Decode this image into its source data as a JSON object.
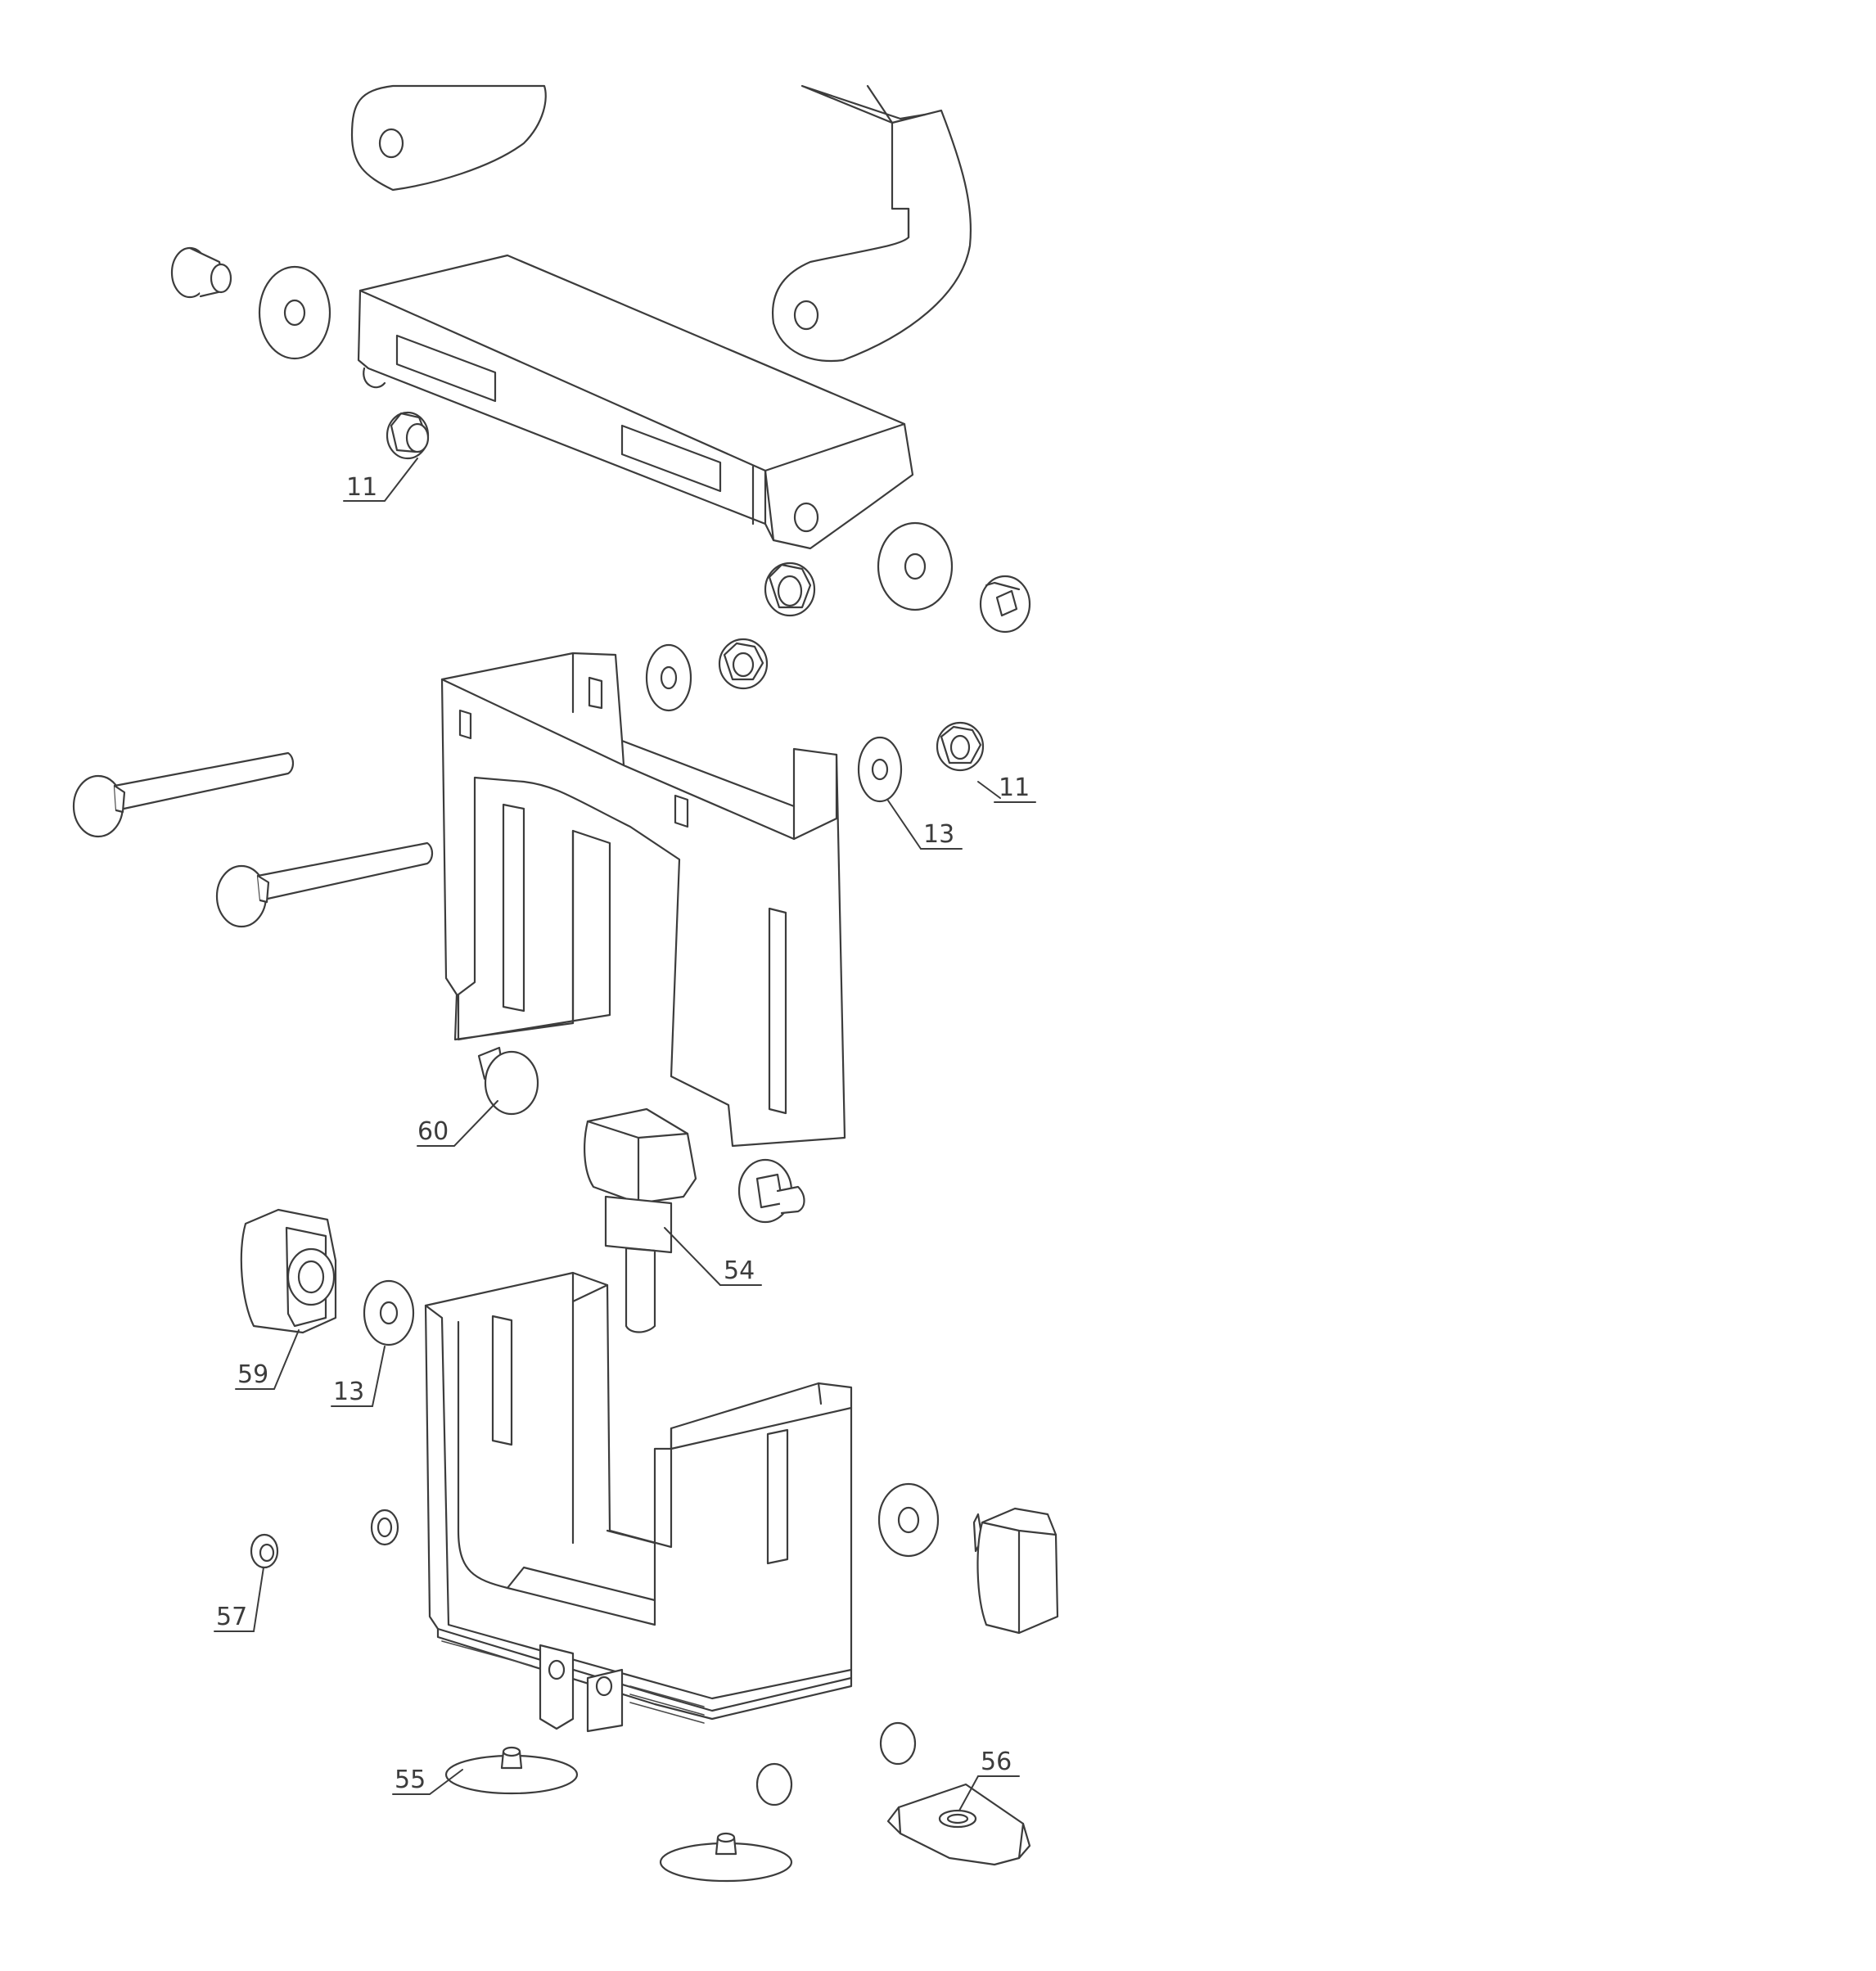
{
  "callouts": [
    {
      "id": "c1",
      "label": "11"
    },
    {
      "id": "c2",
      "label": "11"
    },
    {
      "id": "c3",
      "label": "13"
    },
    {
      "id": "c4",
      "label": "60"
    },
    {
      "id": "c5",
      "label": "54"
    },
    {
      "id": "c6",
      "label": "59"
    },
    {
      "id": "c7",
      "label": "13"
    },
    {
      "id": "c8",
      "label": "57"
    },
    {
      "id": "c9",
      "label": "55"
    },
    {
      "id": "c10",
      "label": "56"
    }
  ],
  "colors": {
    "line": "#3c3c3c",
    "background": "#ffffff"
  }
}
